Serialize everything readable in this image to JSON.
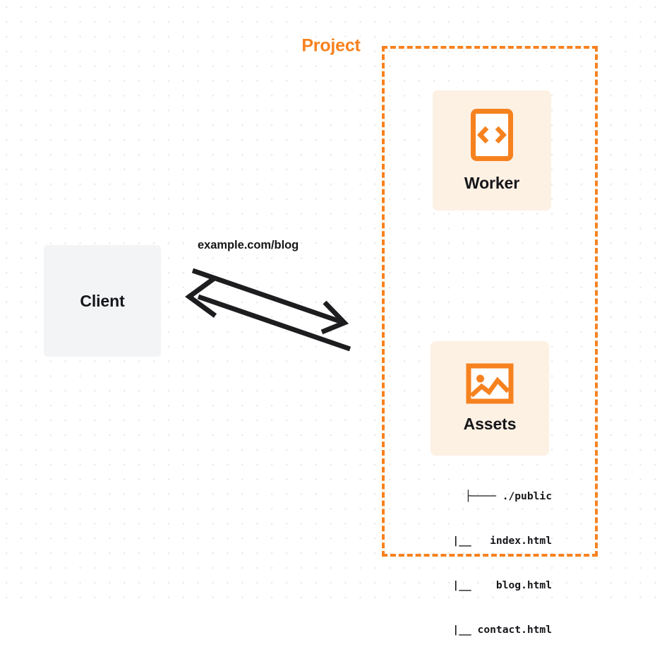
{
  "diagram": {
    "type": "architecture-flow",
    "background": {
      "style": "dot-grid",
      "dot_color": "#e9e9ea",
      "page_color": "#ffffff"
    },
    "palette": {
      "accent_orange": "#f6821f",
      "card_cream": "#fdf1e4",
      "client_gray": "#f3f4f6",
      "text_dark": "#16161a"
    }
  },
  "client": {
    "label": "Client",
    "icon": "none"
  },
  "flow": {
    "url_label": "example.com/blog",
    "arrows": [
      {
        "name": "request-arrow",
        "direction": "client-to-project",
        "points_right": true
      },
      {
        "name": "response-arrow",
        "direction": "project-to-client",
        "points_left": true
      }
    ],
    "arrow_color": "#1d1d1f"
  },
  "project": {
    "label": "Project",
    "border_style": "dashed",
    "border_color": "#f6821f",
    "nodes": [
      {
        "id": "worker",
        "label": "Worker",
        "icon": "code-file-icon",
        "icon_color": "#f6821f",
        "background": "#fdf1e4"
      },
      {
        "id": "assets",
        "label": "Assets",
        "icon": "image-icon",
        "icon_color": "#f6821f",
        "background": "#fdf1e4"
      }
    ]
  },
  "asset_tree": {
    "rows": [
      "├──── ./public",
      "  |__   index.html",
      "  |__    blog.html",
      "  |__ contact.html"
    ]
  }
}
